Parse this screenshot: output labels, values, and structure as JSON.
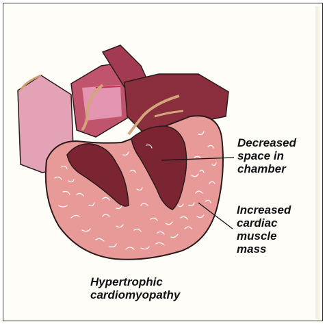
{
  "labels": {
    "decreased_space": [
      "Decreased",
      "space in",
      "chamber"
    ],
    "increased_mass": [
      "Increased",
      "cardiac",
      "muscle",
      "mass"
    ]
  },
  "caption": [
    "Hypertrophic",
    "cardiomyopathy"
  ],
  "colors": {
    "muscle": "#e89a98",
    "chamber": "#7a2531",
    "vessel": "#b85468",
    "vessel_light": "#e2a4b6",
    "outline": "#2a1a1a",
    "fiber": "#ffffff"
  }
}
